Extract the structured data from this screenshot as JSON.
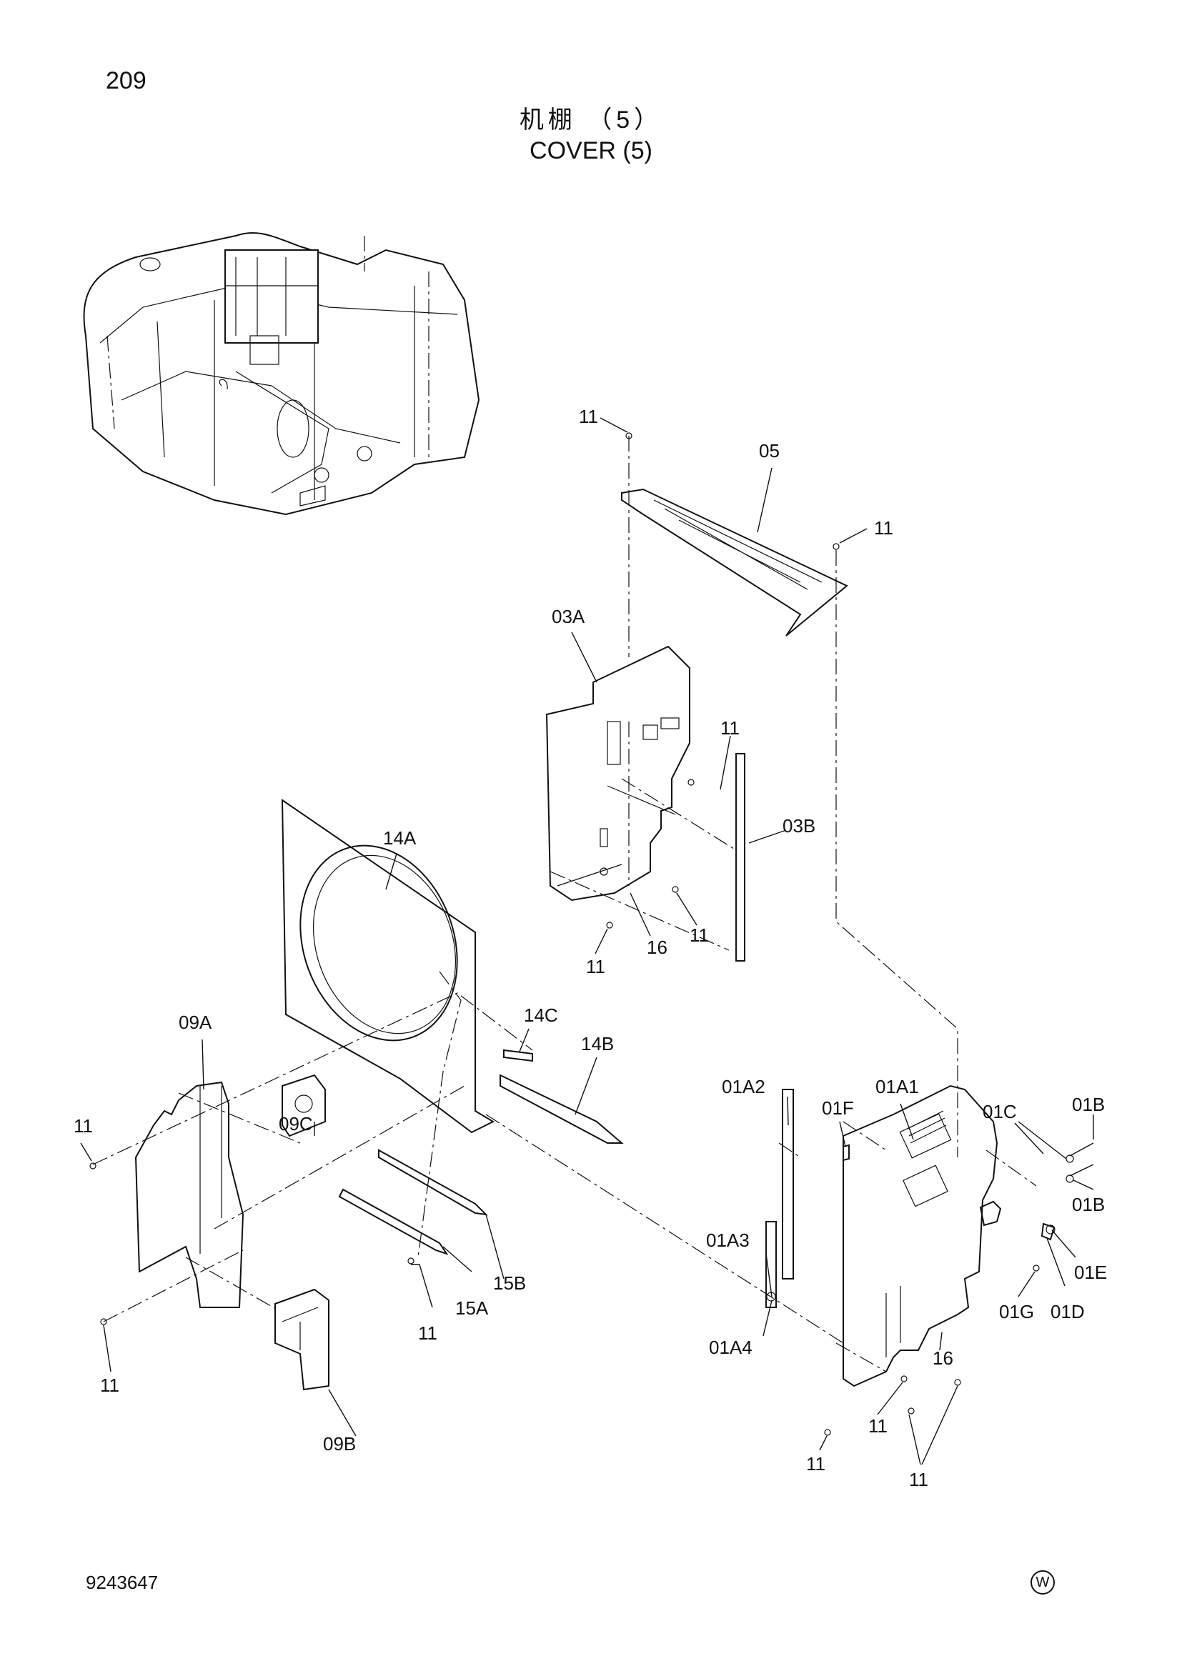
{
  "header": {
    "page_number": "209",
    "title_cn": "机棚 （5）",
    "title_en": "COVER (5)"
  },
  "footer": {
    "doc_code": "9243647",
    "corner_mark": "W"
  },
  "callouts": {
    "c_05": "05",
    "c_03A": "03A",
    "c_03B": "03B",
    "c_14A": "14A",
    "c_14B": "14B",
    "c_14C": "14C",
    "c_09A": "09A",
    "c_09B": "09B",
    "c_09C": "09C",
    "c_15A": "15A",
    "c_15B": "15B",
    "c_16a": "16",
    "c_16b": "16",
    "c_01A1": "01A1",
    "c_01A2": "01A2",
    "c_01A3": "01A3",
    "c_01A4": "01A4",
    "c_01B_top": "01B",
    "c_01B_bot": "01B",
    "c_01C": "01C",
    "c_01D": "01D",
    "c_01E": "01E",
    "c_01F": "01F",
    "c_01G": "01G",
    "c_11_1": "11",
    "c_11_2": "11",
    "c_11_3": "11",
    "c_11_4": "11",
    "c_11_5": "11",
    "c_11_6": "11",
    "c_11_7": "11",
    "c_11_8": "11",
    "c_11_9": "11",
    "c_11_10": "11",
    "c_11_11": "11"
  }
}
